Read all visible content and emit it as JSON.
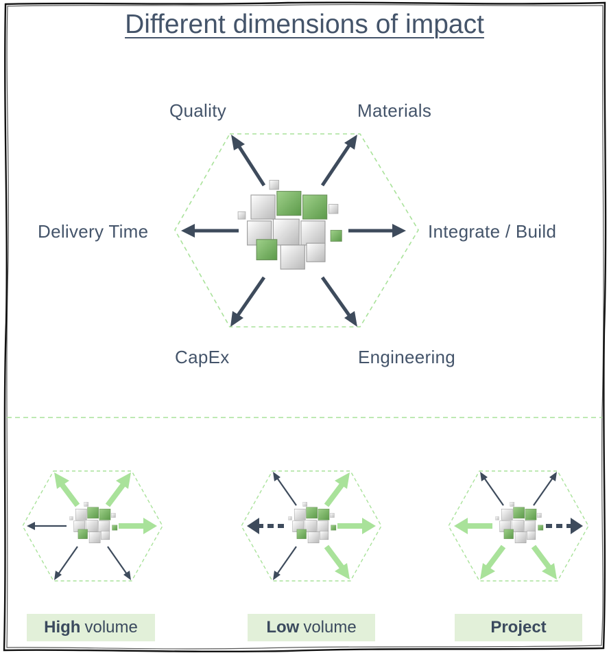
{
  "title": "Different dimensions of impact",
  "dimensions": {
    "quality": "Quality",
    "materials": "Materials",
    "delivery_time": "Delivery Time",
    "integrate_build": "Integrate / Build",
    "capex": "CapEx",
    "engineering": "Engineering"
  },
  "scenarios": [
    {
      "bold": "High",
      "rest": "volume"
    },
    {
      "bold": "Low",
      "rest": "volume"
    },
    {
      "bold": "Project",
      "rest": ""
    }
  ],
  "colors": {
    "arrow_dark": "#3e4b5c",
    "arrow_green": "#a9e29a",
    "dash_green": "#a9e29a",
    "text": "#44546a",
    "caption_bg": "#e2f0d9"
  }
}
